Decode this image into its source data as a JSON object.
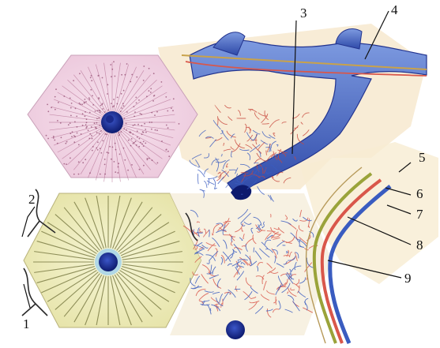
{
  "figure": {
    "callouts": [
      "1",
      "2",
      "3",
      "4",
      "5",
      "6",
      "7",
      "8",
      "9"
    ]
  },
  "colors": {
    "background": "#ffffff",
    "vein": "#4a6fc4",
    "vein_dark": "#23348f",
    "artery": "#d9574a",
    "bile_duct": "#9aa33a",
    "lobule_pink": "#f3d8e6",
    "lobule_yellow": "#f0f0c4",
    "connective_tissue": "#f5e6c8"
  }
}
